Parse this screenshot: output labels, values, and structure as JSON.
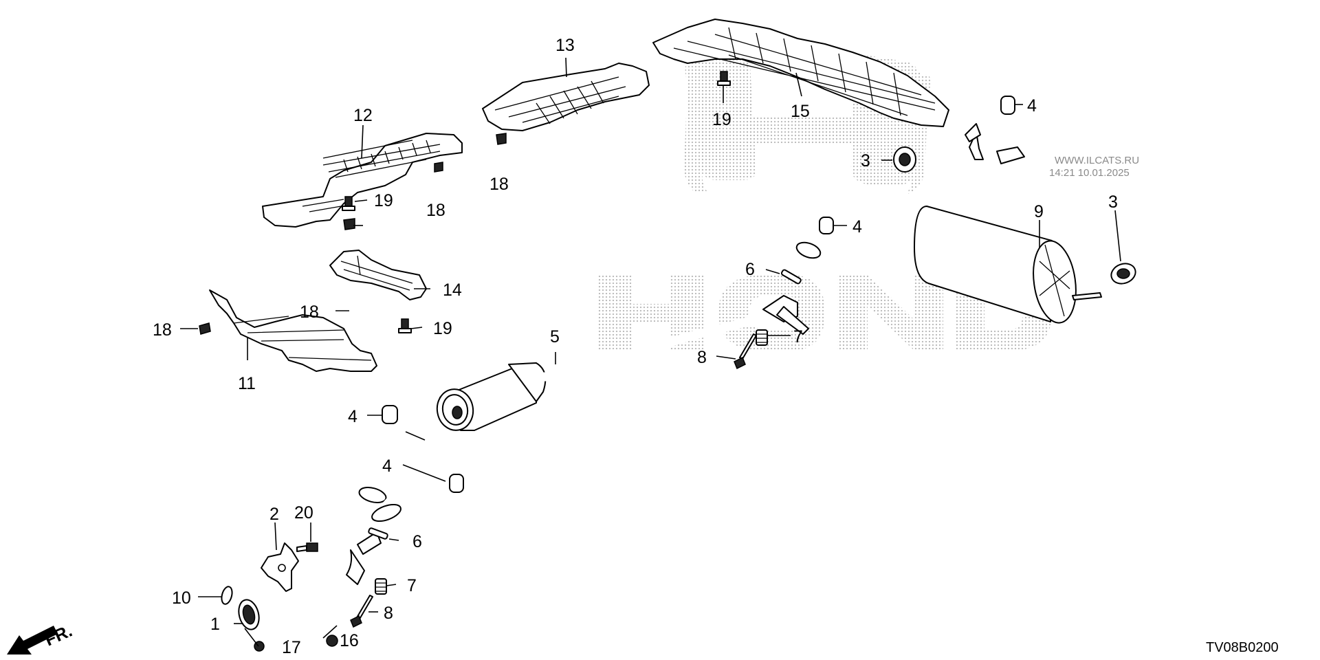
{
  "watermark": {
    "site": "WWW.ILCATS.RU",
    "stamp": "14:21 10.01.2025"
  },
  "diagram_code": "TV08B0200",
  "front_arrow_label": "FR.",
  "callouts": [
    {
      "id": "c1",
      "label": "1"
    },
    {
      "id": "c2",
      "label": "2"
    },
    {
      "id": "c3a",
      "label": "3"
    },
    {
      "id": "c3b",
      "label": "3"
    },
    {
      "id": "c4a",
      "label": "4"
    },
    {
      "id": "c4b",
      "label": "4"
    },
    {
      "id": "c4c",
      "label": "4"
    },
    {
      "id": "c4d",
      "label": "4"
    },
    {
      "id": "c5",
      "label": "5"
    },
    {
      "id": "c6a",
      "label": "6"
    },
    {
      "id": "c6b",
      "label": "6"
    },
    {
      "id": "c7a",
      "label": "7"
    },
    {
      "id": "c7b",
      "label": "7"
    },
    {
      "id": "c8a",
      "label": "8"
    },
    {
      "id": "c8b",
      "label": "8"
    },
    {
      "id": "c9",
      "label": "9"
    },
    {
      "id": "c10",
      "label": "10"
    },
    {
      "id": "c11",
      "label": "11"
    },
    {
      "id": "c12",
      "label": "12"
    },
    {
      "id": "c13",
      "label": "13"
    },
    {
      "id": "c14",
      "label": "14"
    },
    {
      "id": "c15",
      "label": "15"
    },
    {
      "id": "c16",
      "label": "16"
    },
    {
      "id": "c17",
      "label": "17"
    },
    {
      "id": "c18a",
      "label": "18"
    },
    {
      "id": "c18b",
      "label": "18"
    },
    {
      "id": "c18c",
      "label": "18"
    },
    {
      "id": "c18d",
      "label": "18"
    },
    {
      "id": "c19a",
      "label": "19"
    },
    {
      "id": "c19b",
      "label": "19"
    },
    {
      "id": "c19c",
      "label": "19"
    },
    {
      "id": "c20",
      "label": "20"
    }
  ]
}
